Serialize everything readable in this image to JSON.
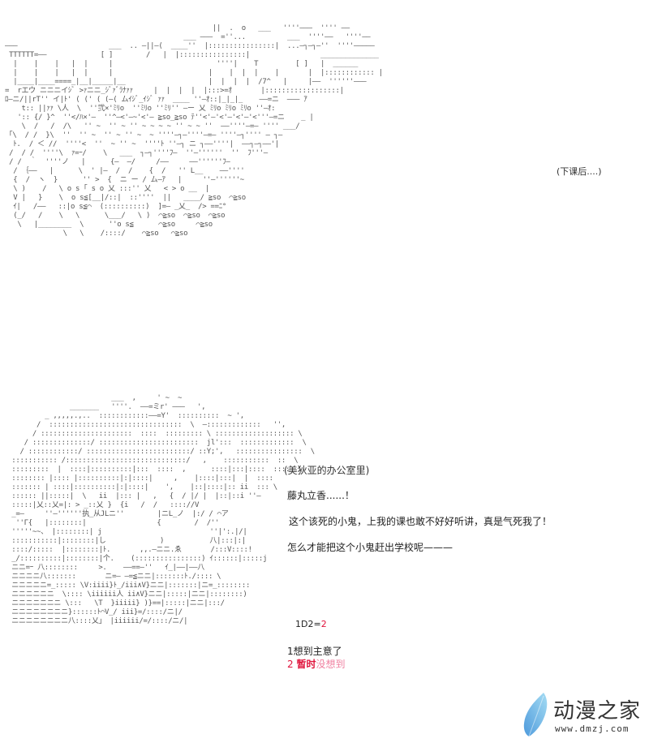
{
  "panel_top": {
    "caption": "(下课后....)",
    "aa_lines": [
      "                                                  ||  .  o   ___   ''''———  '''' ——",
      "                                           ___ ———  =''...          ___  ''''——   ''''——",
      "———                      ___  .. —||—(  ____''  |::::::::::::::::|  ...—┐—┐—''  ''''—————",
      " TTTTTT=——             [ ]        /   |  |::::::::::::::::|                 ______________",
      "  |    |    |   |  |     |                         ''''|    T         [ ]   |  ______",
      "  |    |    |   |  |     |                       |    |  |  |    |       |  |:::::::::::: |",
      "  |____|____====_|__|_____|__                    |  |  |  |  /7^   |     |——  ''''''———",
      "=  rエウ ニニニイｼﾞ >ｧニニ_ｼﾞｧﾞﾗﾅｧｧ     |  |  |  |  |:::>=ｵ       |::::::::::::::::::|",
      "ﾛ—ニ/||rT'' イ|ﾄ' ( (' ( (—( ムｲｼﾞ_ｲｼﾞ ｧｧ  ____ ''—ｵ::|_|_|_    ——=ニ  ——— ｱ",
      "    t:: ||ｧｧ \\人  \\  ''弐×'ﾐﾘo  ''ﾐﾘo ''ﾐﾘ'' —ー 乂 ﾐﾘo ﾐﾘo ﾐﾘo ''—ｵ:",
      "   ':: {/ }^  ''</ﾊ×'—  ''^—<'—~'<'— ≧so_≧so ﾃ''<'—'<'—'<'—'<'''—=ニ    _ |",
      "    \\  /   /  /\\   '' ~  '' ~ '' ~ ~ ~ ~ '' ~ ~ ''  ——''''—=— '''' ___/",
      " ｢\\  / /  }\\  ''  '' ~  '' ~ '' ~  ~ ''''—┐—''''—=— ''''—┐'''' — ┐— ",
      "  ﾄ.  / ＜ //  ''''<  ''  ~ '' ~  ''''ﾄ ''—┐ ニ ┐——''''|  ——┐—┐——'|",
      " /  / /  ''''\\  ｧ=ｰ/    \\   ___  ┐—┐''''ﾌ—  ''—''''''  ''  ﾌ'''—",
      " / /  ｀  ''''ノ   |      {—  —/     /——     ——''''''ﾌ—",
      "  / ｛——   |      \\  ' |—  /  /    {  /   '' L__    ——''''",
      "  {  /  ヽ  }      '' >  {  ニ ー / ム—ｱ   |     ''—''''''~",
      "  \\ )    /   \\ o s ｢ s o 乂 :::'' 乂   < > o __  |",
      "  V |   }    \\  o s≦[__|/::|  ::''''  ||   ____/ ≧so  ⌒≧so",
      "  ｲ|   /——   ::|o s≦⌒  (::::::::::)  ]=— _乂_  /> ==ﾆ°  ",
      "  (_/   /    \\   \\      \\___/   \\ )  ⌒≧so  ⌒≧so  ⌒≧so",
      "   \\   |________  \\      ''o s≦      ⌒≧so     ⌒≧so",
      "              \\   \\    /::::/    ⌒≧so   ⌒≧so"
    ]
  },
  "panel_bottom": {
    "caption": "(美狄亚的办公室里)",
    "dialogue": [
      "藤丸立香......！",
      "这个该死的小鬼，上我的课也敢不好好听讲，真是气死我了！",
      "怎么才能把这个小鬼赶出学校呢———"
    ],
    "dice": {
      "expression": "1D2=",
      "result": "2",
      "options": [
        {
          "number": "1",
          "text": "想到主意了"
        },
        {
          "number": "2",
          "text_highlight": "暂时",
          "text_faded": "没想到"
        }
      ]
    },
    "aa_lines": [
      "                          ___  ,     ' ~  ~",
      "                _______   ''''.  ——=ミr' ———   ',",
      "          _ ,,,,,.,..  ::::::::::::——=Y'  ::::::::::  ~ ',",
      "        /  ::::::::::::::::::::::::::::::::  \\  —:::::::::::::   '',",
      "       / ::::::::::::::::::::::  ::::  ::::::::: \\ ::::::::::::::::::: \\",
      "     / ::::::::::::::/ ::::::::::::::::::::::::  jl':::  :::::::::::::  \\",
      "    / ::::::::::::/ :::::::::::::::::::::::::/ ::Y;',   ::::::::::::::::  \\",
      "  ::::::::::: /:::::::::::::::::::::::::::::/   ,    :::::::::::  ::  \\",
      "  :::::::::  |  ::::|::::::::::|:::  ::::  ,      ::::|:::|::::  ::::  \\",
      "  :::::::: |:::: |::::::::::|:|::::|     ,    |::::|:::|  |  ::::",
      "  ::::::: | ::::|::::::::::|:|::::|    ',    |::|::::|:: ii  ::: \\",
      "  :::::: ||:::::|  \\   ii  |::: |   ,   {  / |/ |  |::|::i ''—",
      "  :::::|乂::乂=|: > _::乂 }  {i   /  /   :::://V",
      "  _=—     ''—''''''执_从JLニ''        |ニL_ノ  |:/ / ⌒ア",
      "   ''Γ{   |::::::::|                 {        /  /'' ",
      "  '''''~~、 |::::::::| j                          ''|':.|/|",
      "  :::::::::::|::::::::|し             )           八|:::|:|",
      "  ::::/:::::  |::::::::|ﾄ.       ,,.—ニニ.ゑ       /:::V::::!",
      "  _/::::::::::|::::::::|个.    (::::::::::::::::) ｲ::::::|:::::j",
      "  ニニ=ｰ 八::::::::     >.    ——==—''   ｲ_|——|——八",
      "  ニニニニ八:::::::       ニ=— —=≦ニニ|:::::::ﾄ./:::: \\",
      "  ニニニニニ=_::::: \\V:iiii}ﾄ_/iii∧V}ニニ|:::::::|ニ=_::::::::",
      "  ニニニニニニ  \\:::: \\iiiiii人 ii∧V}ニニ|:::::|ニニ|::::::::)",
      "  ニニニニニニニ \\:::   \\T  }iiiii} )}==|:::::|ニニ|:::/",
      "  ニニニニニニニニ}::::::ﾄ⌒V_/ iii}=/::::/ニ|/",
      "  ニニニニニニニニ八::::乂」 |iiiiii/=/::::/ニ/|"
    ]
  },
  "watermark": {
    "title": "动漫之家",
    "url": "www.dmzj.com",
    "colors": {
      "feather_light": "#8fd0f0",
      "feather_dark": "#3a8fd8",
      "text": "#333333"
    }
  },
  "colors": {
    "background": "#ffffff",
    "art_line": "#555555",
    "text": "#222222",
    "dice_red": "#e0143c",
    "dice_faded": "#f080a0"
  }
}
